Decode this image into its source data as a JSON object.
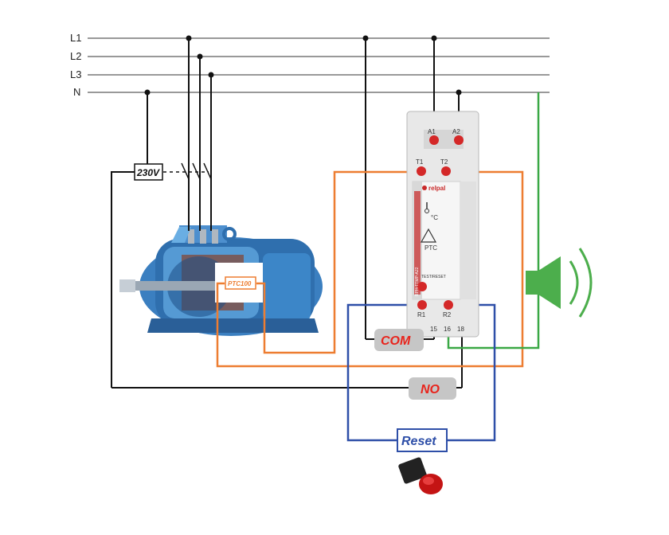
{
  "lines": {
    "l1": "L1",
    "l2": "L2",
    "l3": "L3",
    "n": "N"
  },
  "tags": {
    "voltage": "230V",
    "com": "COM",
    "no": "NO",
    "reset": "Reset",
    "sensor": "PTC100"
  },
  "relay": {
    "brand": "relpal",
    "terminals_top": [
      "A1",
      "A2"
    ],
    "terminals_sensor": [
      "T1",
      "T2"
    ],
    "terminals_bottom": [
      "R1",
      "R2"
    ],
    "terminal_numbers": [
      "15",
      "16",
      "18"
    ],
    "temp_symbol": "°C",
    "ptc_label": "PTC",
    "test_reset": "TEST/RESET",
    "model_text": "RPH-TTMP-A22"
  },
  "colors": {
    "black_wire": "#111111",
    "orange_wire": "#ed7d31",
    "blue_wire": "#2e4fa8",
    "green_wire": "#3aa845",
    "tag_red": "#e8241c",
    "motor_blue": "#3a86c8",
    "speaker_green": "#4cae4c"
  }
}
